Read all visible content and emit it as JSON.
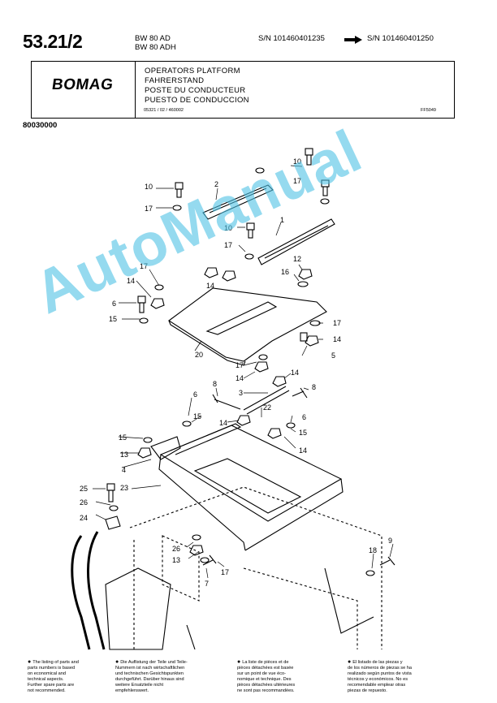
{
  "header": {
    "page_number": "53.21/2",
    "models": [
      "BW 80 AD",
      "BW 80 ADH"
    ],
    "serial_from": "S/N 101460401235",
    "serial_to": "S/N 101460401250"
  },
  "title_block": {
    "brand": "BOMAG",
    "titles": [
      "OPERATORS PLATFORM",
      "FAHRERSTAND",
      "POSTE DU CONDUCTEUR",
      "PUESTO DE CONDUCCION"
    ],
    "doc_code": "05321 / 02 / 460002",
    "ff_code": "FF5049"
  },
  "part_number": "80030000",
  "watermark": "AutoManual",
  "callouts": {
    "c10a": "10",
    "c17a": "17",
    "c10b": "10",
    "c2": "2",
    "c17b": "17",
    "c10c": "10",
    "c1": "1",
    "c17c": "17",
    "c12": "12",
    "c17d": "17",
    "c16": "16",
    "c14a": "14",
    "c14b": "14",
    "c6a": "6",
    "c15a": "15",
    "c20": "20",
    "c17e": "17",
    "c14c": "14",
    "c5": "5",
    "c17f": "17",
    "c14d": "14",
    "c14e": "14",
    "c8a": "8",
    "c8b": "8",
    "c6b": "6",
    "c3": "3",
    "c15b": "15",
    "c22": "22",
    "c14f": "14",
    "c6c": "6",
    "c15c": "15",
    "c15d": "15",
    "c13a": "13",
    "c14g": "14",
    "c4": "4",
    "c25": "25",
    "c23": "23",
    "c26a": "26",
    "c24": "24",
    "c26b": "26",
    "c13b": "13",
    "c17g": "17",
    "c7": "7",
    "c18": "18",
    "c9": "9"
  },
  "notes": [
    [
      "The listing of parts and",
      "parts numbers is based",
      "on economical and",
      "technical aspects.",
      "Further spare parts are",
      "not recommended."
    ],
    [
      "Die Auflistung der Teile und Teile-",
      "Nummern ist nach wirtschaftlichen",
      "und technischen Gesichtspunkten",
      "durchgeführt. Darüber hinaus sind",
      "weitere Ersatzteile nicht",
      "empfehlenswert."
    ],
    [
      "La liste de pièces et de",
      "pièces détachées est basée",
      "sur un point de vue éco-",
      "nomique et technique. Des",
      "pièces détachées ultérieures",
      "ne sont pas recommandées."
    ],
    [
      "El listado de las piezas y",
      "de los números de piezas se ha",
      "realizado según puntos de vista",
      "técnicos y económicos. No es",
      "recomendable emplear otras",
      "piezas de repuesto."
    ]
  ]
}
